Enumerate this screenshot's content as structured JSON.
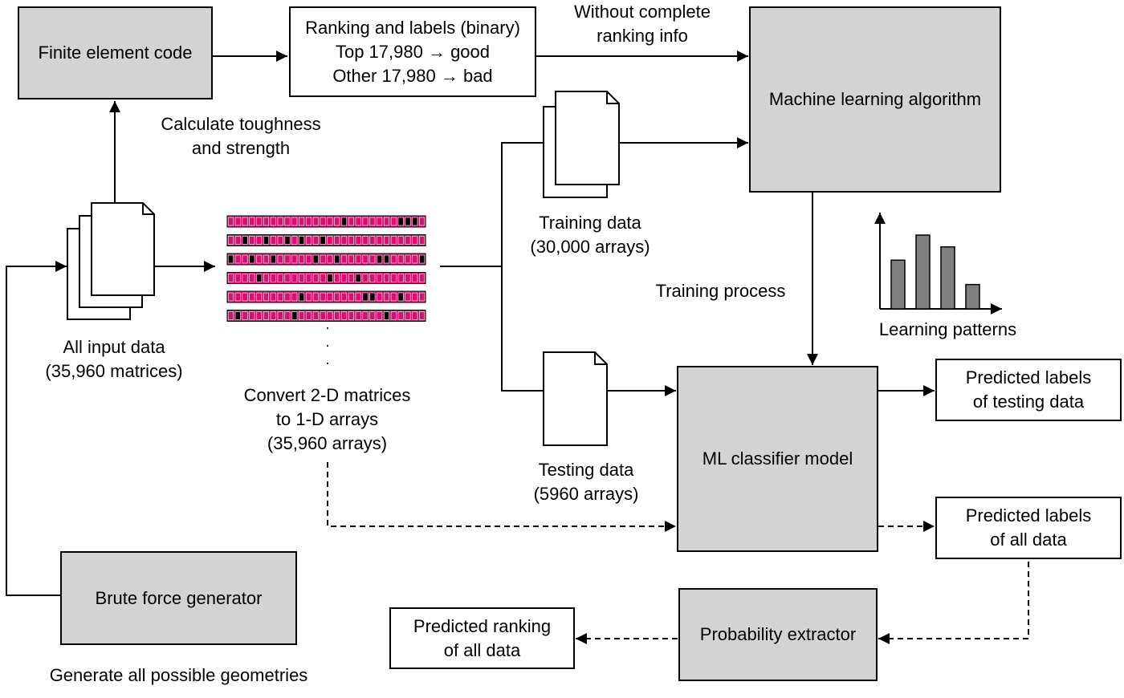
{
  "boxes": {
    "fe_code": "Finite element code",
    "ranking": [
      "Ranking and labels (binary)",
      "Top 17,980 → good",
      "Other 17,980 → bad"
    ],
    "ml_algorithm": "Machine learning algorithm",
    "ml_classifier": "ML classifier model",
    "brute_force": "Brute force generator",
    "probability": "Probability extractor",
    "pred_testing": [
      "Predicted labels",
      "of testing data"
    ],
    "pred_all": [
      "Predicted labels",
      "of all data"
    ],
    "pred_ranking": [
      "Predicted ranking",
      "of all data"
    ]
  },
  "labels": {
    "without_ranking": [
      "Without complete",
      "ranking info"
    ],
    "calc": [
      "Calculate toughness",
      "and strength"
    ],
    "all_input": [
      "All input data",
      "(35,960 matrices)"
    ],
    "convert": [
      "Convert 2-D matrices",
      "to 1-D arrays",
      "(35,960 arrays)"
    ],
    "training_data": [
      "Training data",
      "(30,000 arrays)"
    ],
    "testing_data": [
      "Testing data",
      "(5960 arrays)"
    ],
    "training_process": "Training process",
    "learning_patterns": "Learning patterns",
    "generate": "Generate all possible geometries"
  },
  "colors": {
    "box_fill": "#d3d3d3",
    "array_cell": "#d6106e",
    "array_dark": "#000000",
    "bar_fill": "#808080"
  },
  "learning_pattern_bars": [
    0.66,
    1.0,
    0.84,
    0.33
  ],
  "array_rows": [
    [
      16,
      24,
      25,
      26
    ],
    [
      2,
      5,
      8,
      10,
      13
    ],
    [
      0,
      3,
      6,
      12,
      15,
      21,
      22,
      27
    ],
    [
      4,
      14,
      18
    ],
    [
      10,
      19,
      20,
      24
    ],
    [
      1,
      9,
      22
    ]
  ]
}
